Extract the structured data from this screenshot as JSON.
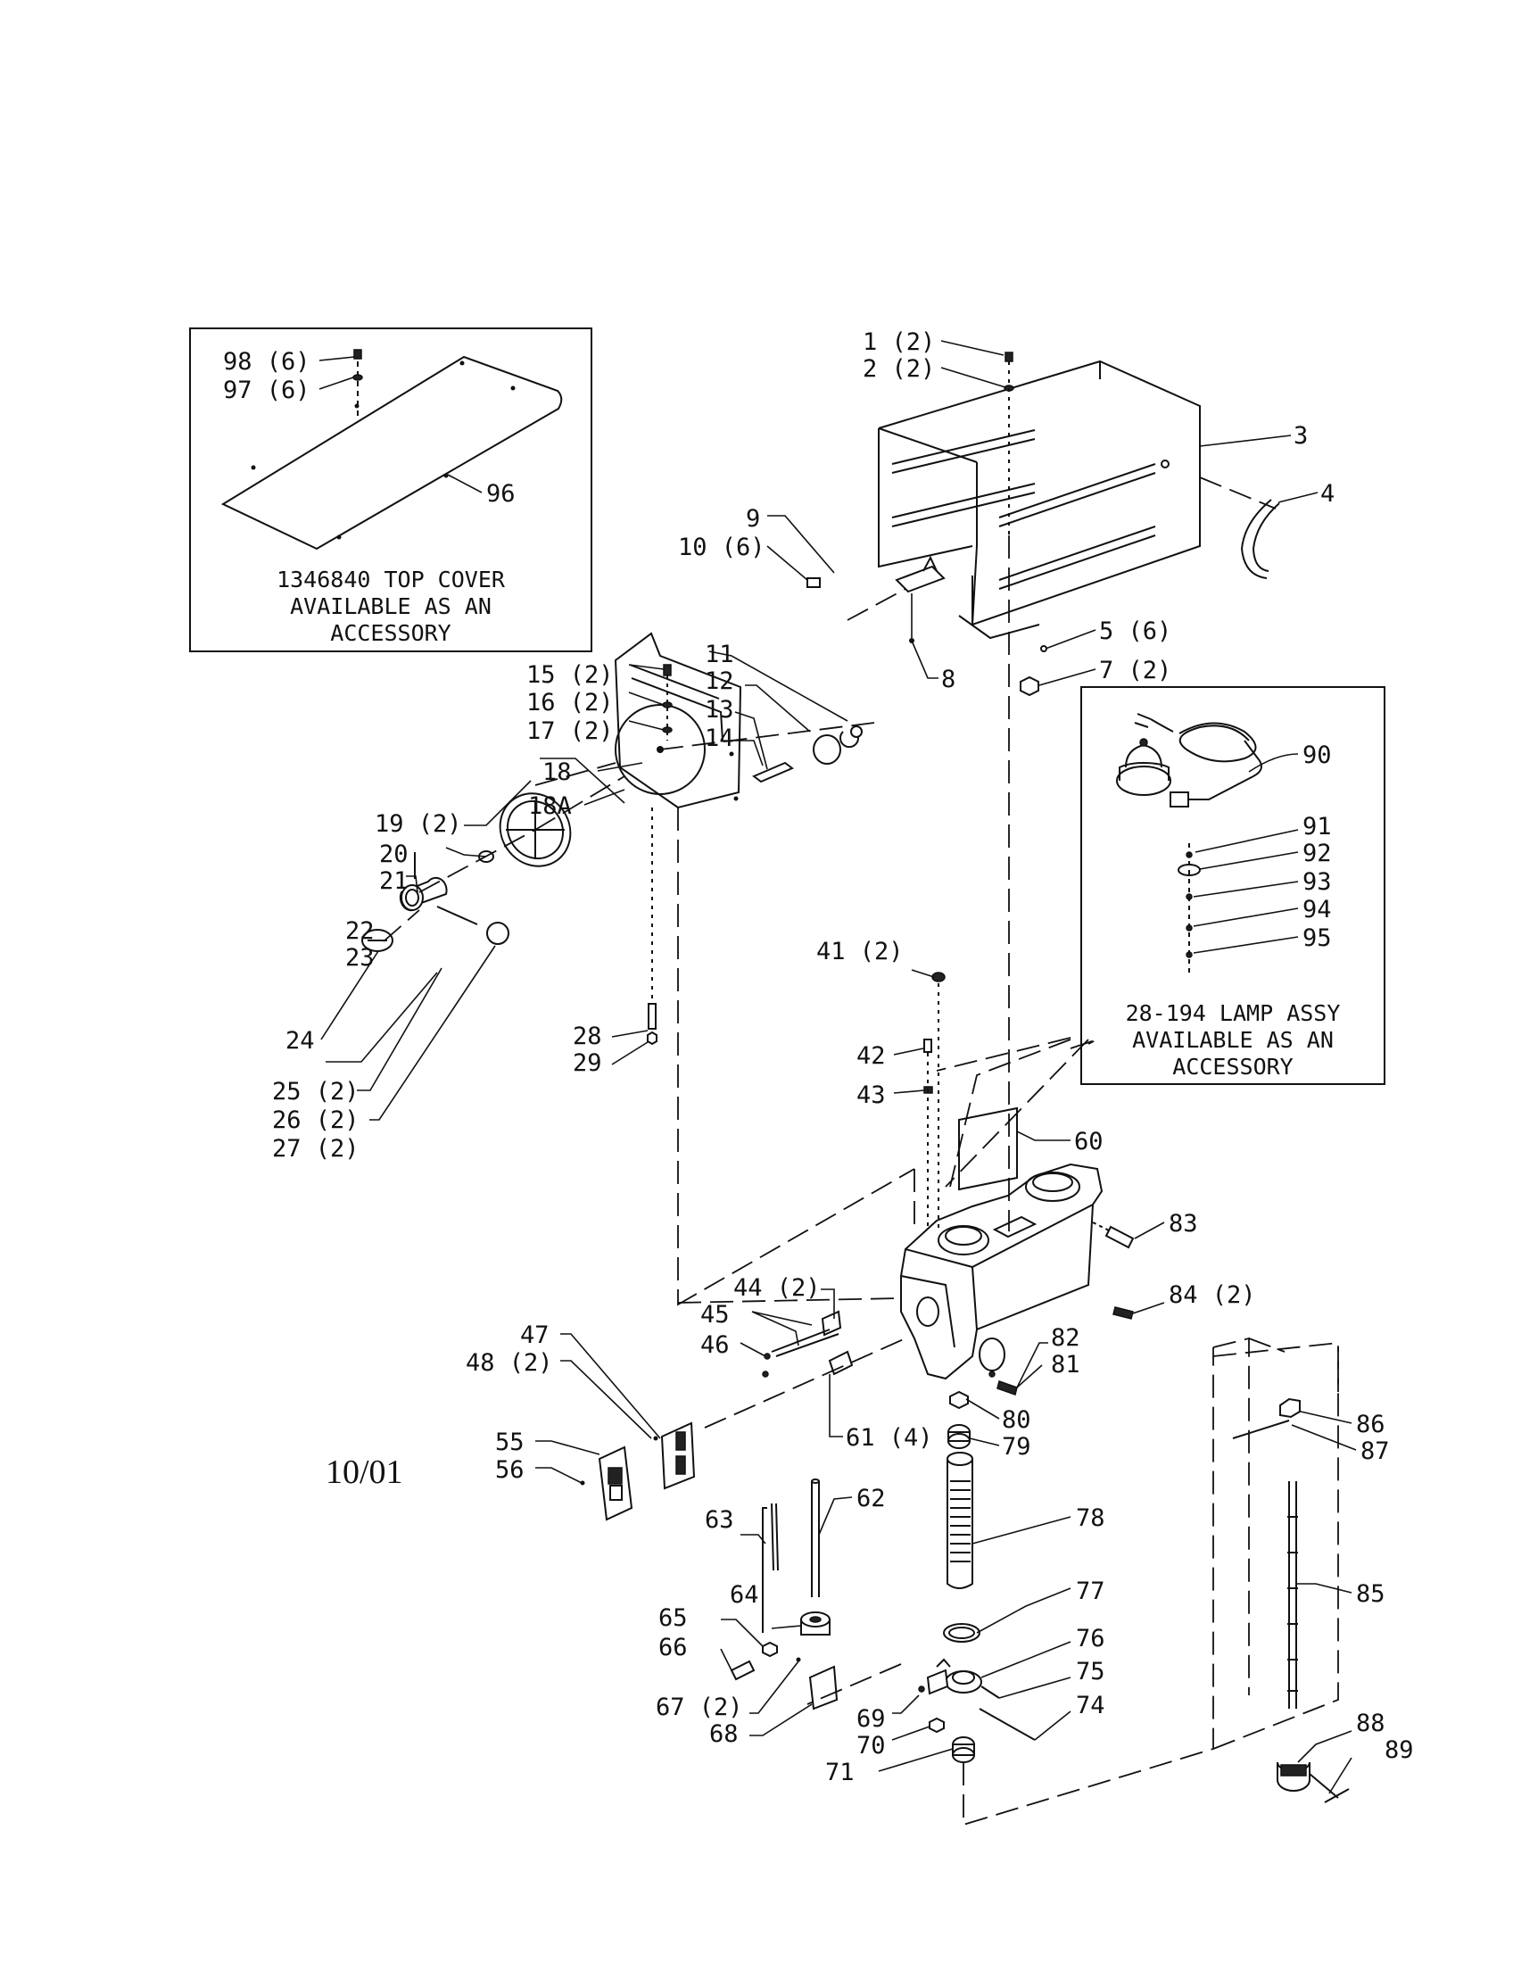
{
  "date_code": "10/01",
  "boxes": {
    "top_cover": [
      "1346840 TOP COVER",
      "AVAILABLE AS AN",
      "ACCESSORY"
    ],
    "lamp": [
      "28-194 LAMP ASSY",
      "AVAILABLE AS AN",
      "ACCESSORY"
    ]
  },
  "labels": {
    "p1": "1 (2)",
    "p2": "2 (2)",
    "p3": "3",
    "p4": "4",
    "p5": "5 (6)",
    "p7": "7 (2)",
    "p8": "8",
    "p9": "9",
    "p10": "10 (6)",
    "p11": "11",
    "p12": "12",
    "p13": "13",
    "p14": "14",
    "p15": "15 (2)",
    "p16": "16 (2)",
    "p17": "17 (2)",
    "p18": "18",
    "p18a": "18A",
    "p19": "19 (2)",
    "p20": "20",
    "p21": "21",
    "p22": "22",
    "p23": "23",
    "p24": "24",
    "p25": "25 (2)",
    "p26": "26 (2)",
    "p27": "27 (2)",
    "p28": "28",
    "p29": "29",
    "p41": "41 (2)",
    "p42": "42",
    "p43": "43",
    "p44": "44 (2)",
    "p45": "45",
    "p46": "46",
    "p47": "47",
    "p48": "48 (2)",
    "p55": "55",
    "p56": "56",
    "p60": "60",
    "p61": "61 (4)",
    "p62": "62",
    "p63": "63",
    "p64": "64",
    "p65": "65",
    "p66": "66",
    "p67": "67 (2)",
    "p68": "68",
    "p69": "69",
    "p70": "70",
    "p71": "71",
    "p74": "74",
    "p75": "75",
    "p76": "76",
    "p77": "77",
    "p78": "78",
    "p79": "79",
    "p80": "80",
    "p81": "81",
    "p82": "82",
    "p83": "83",
    "p84": "84 (2)",
    "p85": "85",
    "p86": "86",
    "p87": "87",
    "p88": "88",
    "p89": "89",
    "p90": "90",
    "p91": "91",
    "p92": "92",
    "p93": "93",
    "p94": "94",
    "p95": "95",
    "p96": "96",
    "p97": "97 (6)",
    "p98": "98 (6)"
  }
}
